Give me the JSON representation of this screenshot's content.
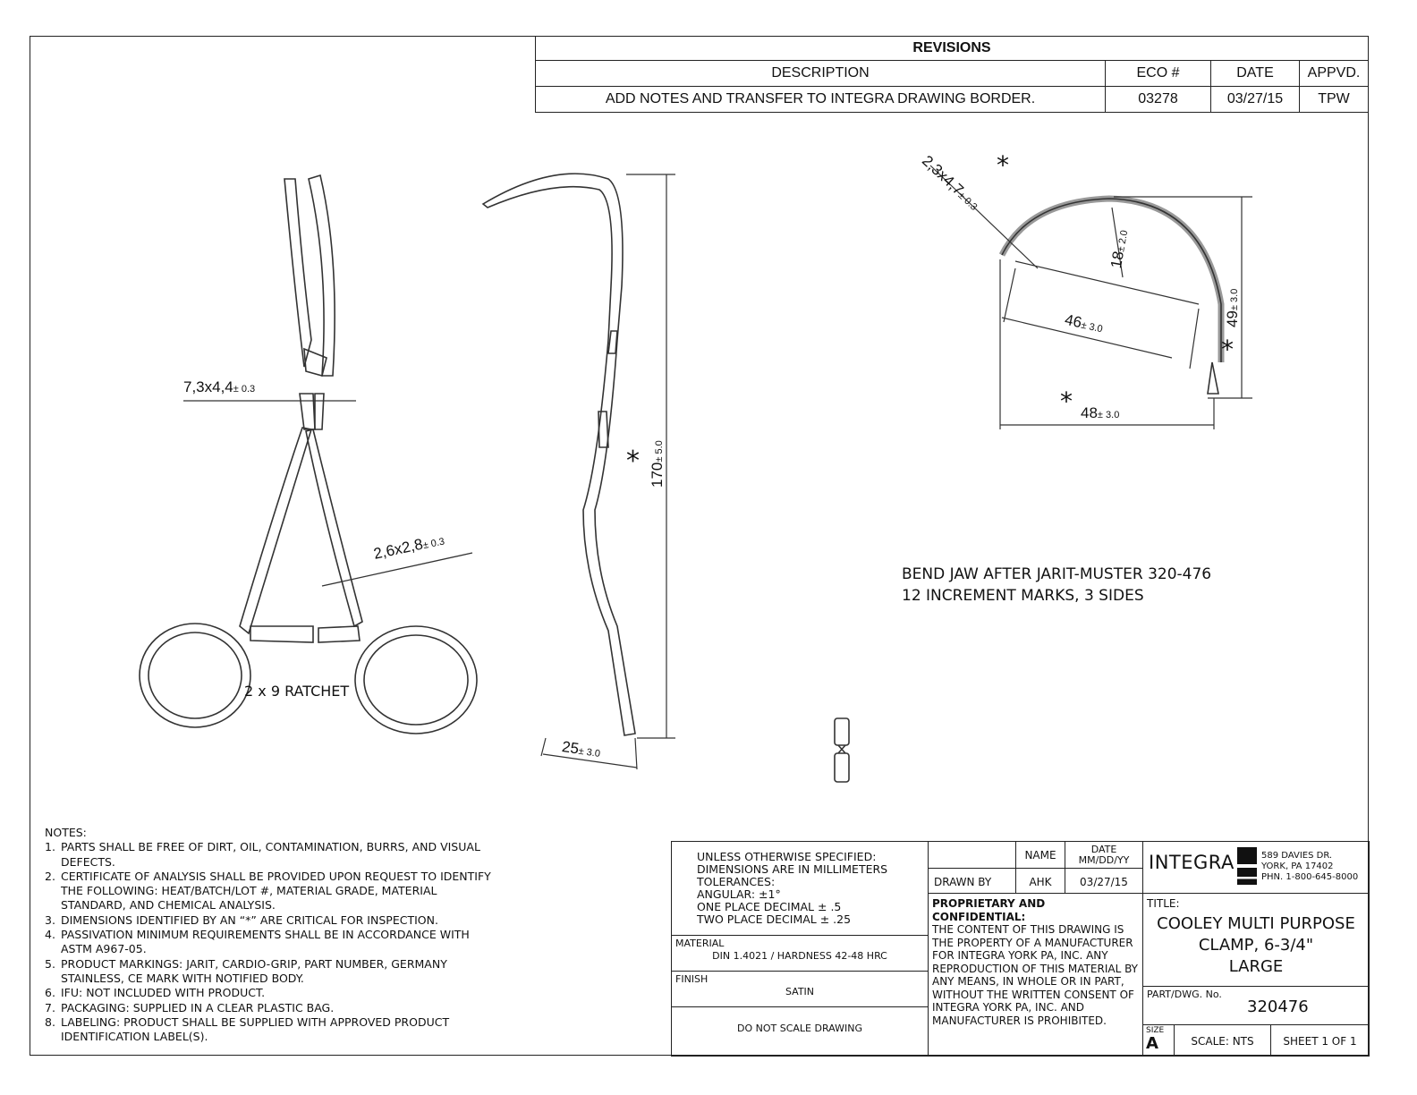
{
  "revisions": {
    "title": "REVISIONS",
    "headers": {
      "description": "DESCRIPTION",
      "eco": "ECO #",
      "date": "DATE",
      "appvd": "APPVD."
    },
    "rows": [
      {
        "description": "ADD NOTES AND TRANSFER TO INTEGRA DRAWING BORDER.",
        "eco": "03278",
        "date": "03/27/15",
        "appvd": "TPW"
      }
    ]
  },
  "dimensions": {
    "jaw_section": "7,3x4,4",
    "jaw_tol": "± 0.3",
    "shank_section": "2,6x2,8",
    "shank_tol": "± 0.3",
    "ratchet": "2 x 9 RATCHET",
    "length": "170",
    "length_tol": "± 5.0",
    "offset": "25",
    "offset_tol": "± 3.0",
    "tip_section": "2,3x4,7",
    "tip_tol": "± 0.3",
    "radius": "18",
    "radius_tol": "± 2.0",
    "chord": "46",
    "chord_tol": "± 3.0",
    "height": "49",
    "height_tol": "± 3.0",
    "width": "48",
    "width_tol": "± 3.0",
    "critical": "*"
  },
  "bend_note": [
    "BEND JAW AFTER JARIT-MUSTER 320-476",
    "12 INCREMENT MARKS, 3 SIDES"
  ],
  "notes": {
    "title": "NOTES:",
    "items": [
      "PARTS SHALL BE FREE OF DIRT, OIL, CONTAMINATION, BURRS, AND VISUAL DEFECTS.",
      "CERTIFICATE OF ANALYSIS SHALL BE PROVIDED UPON REQUEST TO IDENTIFY THE FOLLOWING: HEAT/BATCH/LOT #, MATERIAL GRADE, MATERIAL STANDARD, AND CHEMICAL ANALYSIS.",
      "DIMENSIONS IDENTIFIED BY AN “*” ARE CRITICAL FOR INSPECTION.",
      "PASSIVATION MINIMUM REQUIREMENTS SHALL BE IN ACCORDANCE WITH ASTM A967-05.",
      "PRODUCT MARKINGS: JARIT, CARDIO-GRIP, PART NUMBER, GERMANY STAINLESS, CE MARK WITH NOTIFIED BODY.",
      "IFU: NOT INCLUDED WITH PRODUCT.",
      "PACKAGING: SUPPLIED IN A CLEAR PLASTIC BAG.",
      "LABELING: PRODUCT SHALL BE SUPPLIED WITH APPROVED PRODUCT IDENTIFICATION LABEL(S)."
    ]
  },
  "title_block": {
    "spec": [
      "UNLESS OTHERWISE SPECIFIED:",
      "DIMENSIONS ARE IN MILLIMETERS",
      "TOLERANCES:",
      "ANGULAR: ±1°",
      "ONE PLACE DECIMAL ± .5",
      "TWO PLACE DECIMAL ± .25"
    ],
    "material_label": "MATERIAL",
    "material": "DIN 1.4021 / HARDNESS 42-48 HRC",
    "finish_label": "FINISH",
    "finish": "SATIN",
    "do_not_scale": "DO NOT SCALE DRAWING",
    "name_header": "NAME",
    "date_header": "DATE MM/DD/YY",
    "drawn_by_label": "DRAWN BY",
    "drawn_by": "AHK",
    "drawn_date": "03/27/15",
    "proprietary_title": "PROPRIETARY AND CONFIDENTIAL:",
    "proprietary_text": "THE CONTENT OF THIS DRAWING IS THE PROPERTY OF A MANUFACTURER FOR INTEGRA YORK PA, INC. ANY REPRODUCTION OF THIS MATERIAL BY ANY MEANS, IN WHOLE OR IN PART, WITHOUT THE WRITTEN CONSENT OF INTEGRA YORK PA, INC. AND MANUFACTURER IS PROHIBITED.",
    "logo": "INTEGRA",
    "address": [
      "589 DAVIES DR.",
      "YORK, PA 17402",
      "PHN. 1-800-645-8000"
    ],
    "title_label": "TITLE:",
    "title": [
      "COOLEY MULTI PURPOSE",
      "CLAMP, 6-3/4\"",
      "LARGE"
    ],
    "part_label": "PART/DWG. No.",
    "part_no": "320476",
    "size_label": "SIZE",
    "size": "A",
    "scale": "SCALE: NTS",
    "sheet": "SHEET 1 OF 1"
  }
}
